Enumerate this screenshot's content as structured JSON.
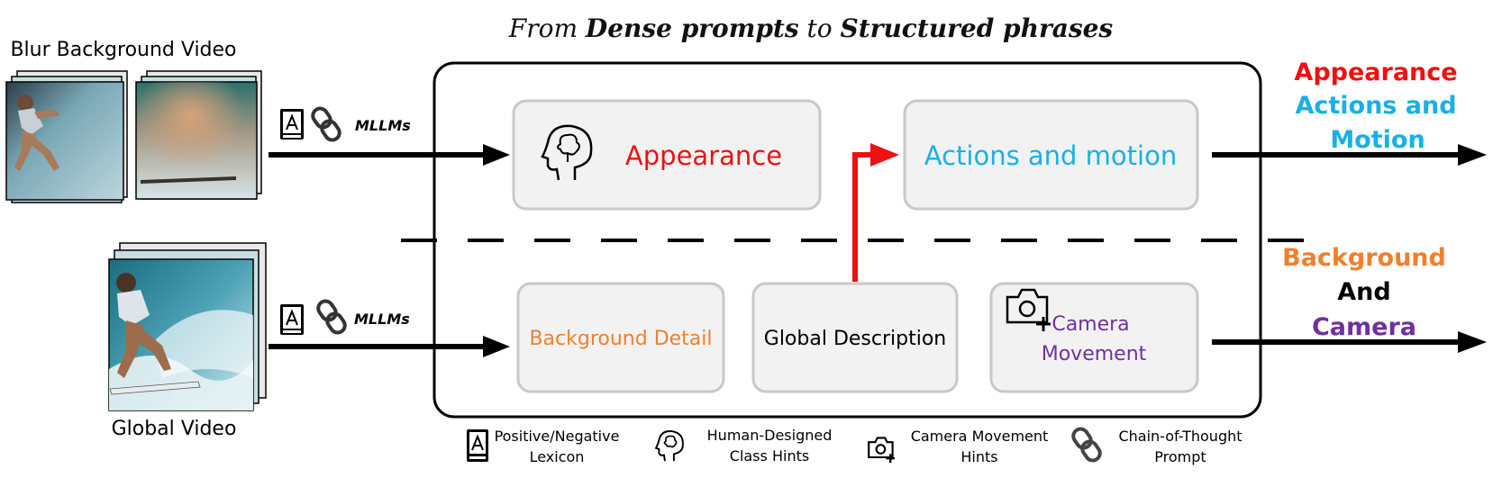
{
  "title": {
    "prefix": "From",
    "word1": "Dense prompts",
    "middle": "to",
    "word2": "Structured phrases"
  },
  "inputs": {
    "blur": {
      "label": "Blur Background Video",
      "mllm": "MLLMs"
    },
    "global": {
      "label": "Global Video",
      "mllm": "MLLMs"
    }
  },
  "boxes": {
    "appearance": "Appearance",
    "actions": "Actions and motion",
    "background": "Background Detail",
    "global": "Global Description",
    "camera_line1": "Camera",
    "camera_line2": "Movement"
  },
  "outputs": {
    "top": {
      "line1": "Appearance",
      "line2": "Actions and",
      "line3": "Motion"
    },
    "bottom": {
      "line1": "Background",
      "line2": "And",
      "line3": "Camera"
    }
  },
  "legend": [
    {
      "icon": "book-icon",
      "line1": "Positive/Negative",
      "line2": "Lexicon"
    },
    {
      "icon": "head-icon",
      "line1": "Human-Designed",
      "line2": "Class Hints"
    },
    {
      "icon": "camera-icon",
      "line1": "Camera Movement",
      "line2": "Hints"
    },
    {
      "icon": "chain-icon",
      "line1": "Chain-of-Thought",
      "line2": "Prompt"
    }
  ],
  "colors": {
    "appearance": "#ee1111",
    "actions": "#18b0e8",
    "background": "#f07f2e",
    "camera": "#7030a0",
    "black": "#000000"
  }
}
